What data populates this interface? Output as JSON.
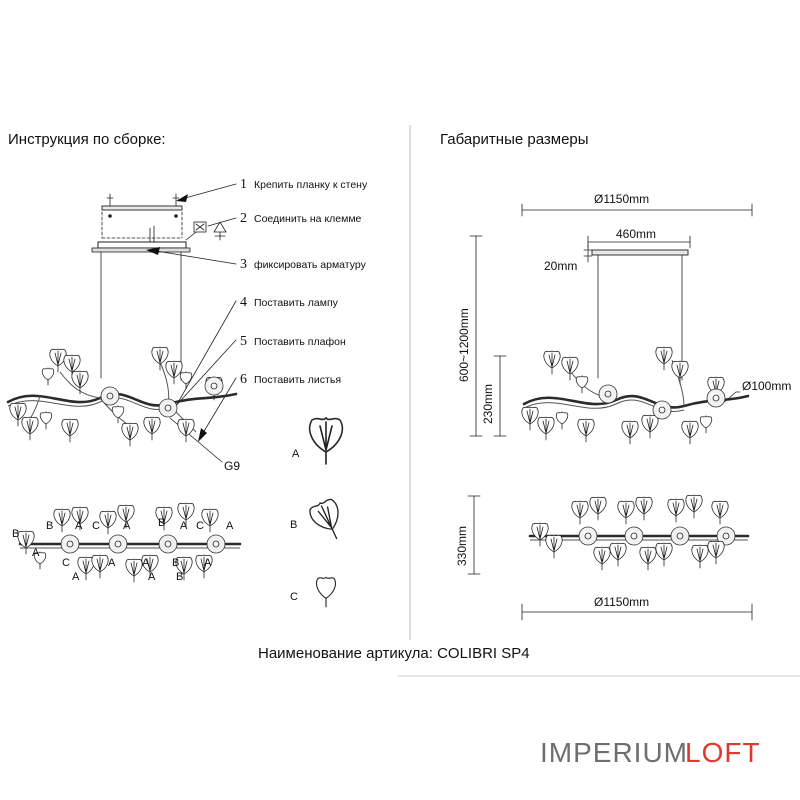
{
  "left": {
    "title": "Инструкция по сборке:",
    "steps": [
      {
        "num": "1",
        "text": "Крепить планку к стену"
      },
      {
        "num": "2",
        "text": "Соединить на клемме"
      },
      {
        "num": "3",
        "text": "фиксировать арматуру"
      },
      {
        "num": "4",
        "text": "Поставить лампу"
      },
      {
        "num": "5",
        "text": "Поставить плафон"
      },
      {
        "num": "6",
        "text": "Поставить листья"
      }
    ],
    "socket_label": "G9",
    "leaf_types": [
      "A",
      "B",
      "C"
    ],
    "bottom_labels": [
      "B",
      "B",
      "A",
      "C",
      "A",
      "B",
      "A",
      "A",
      "C",
      "A",
      "A",
      "C",
      "A",
      "B",
      "A",
      "B",
      "A",
      "A"
    ]
  },
  "right": {
    "title": "Габаритные размеры",
    "dims": {
      "total_width_top": "Ø1150mm",
      "canopy_width": "460mm",
      "canopy_height": "20mm",
      "overall_height": "600~1200mm",
      "body_height": "230mm",
      "shade_diameter": "Ø100mm",
      "depth": "330mm",
      "total_width_bottom": "Ø1150mm"
    }
  },
  "article": "Наименование артикула: COLIBRI SP4",
  "logo": {
    "part1": "IMPERIUM",
    "part2": "LOFT",
    "gray": "#6f6f6f",
    "red": "#e2372c"
  }
}
